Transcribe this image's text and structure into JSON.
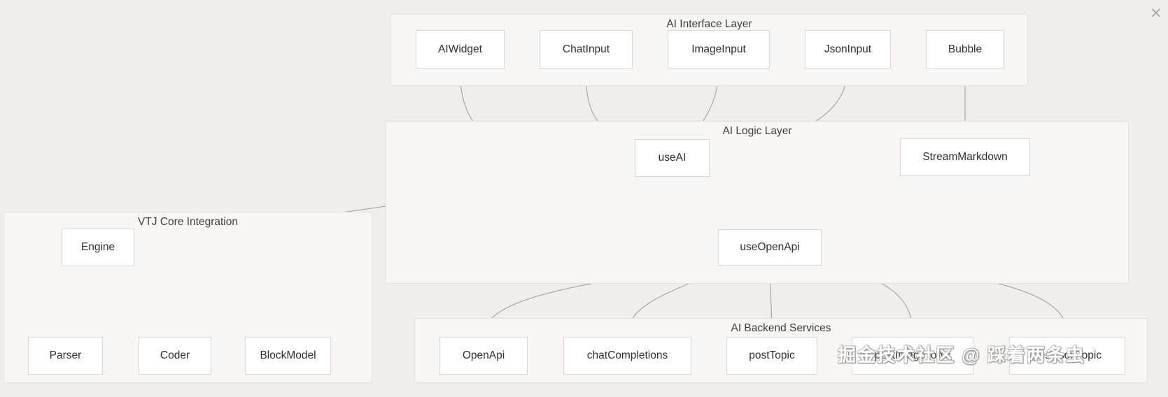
{
  "dialog": {
    "close": "×"
  },
  "watermark": "掘金技术社区 @ 踩着两条虫",
  "groups": {
    "interface": {
      "title": "AI Interface Layer"
    },
    "logic": {
      "title": "AI Logic Layer"
    },
    "vtj": {
      "title": "VTJ Core Integration"
    },
    "backend": {
      "title": "AI Backend Services"
    }
  },
  "nodes": {
    "aiwidget": "AIWidget",
    "chatinput": "ChatInput",
    "imageinput": "ImageInput",
    "jsoninput": "JsonInput",
    "bubble": "Bubble",
    "useai": "useAI",
    "streammarkdown": "StreamMarkdown",
    "useopenapi": "useOpenApi",
    "engine": "Engine",
    "parser": "Parser",
    "coder": "Coder",
    "blockmodel": "BlockModel",
    "openapi": "OpenApi",
    "chatcompletions": "chatCompletions",
    "posttopic": "postTopic",
    "postimagetopic": "postImageTopic",
    "postjsontopic": "postJsonTopic"
  },
  "edges": [
    {
      "from": "AIWidget",
      "to": "useAI"
    },
    {
      "from": "ChatInput",
      "to": "useAI"
    },
    {
      "from": "ImageInput",
      "to": "useAI"
    },
    {
      "from": "JsonInput",
      "to": "useAI"
    },
    {
      "from": "Bubble",
      "to": "StreamMarkdown"
    },
    {
      "from": "useAI",
      "to": "useOpenApi"
    },
    {
      "from": "useAI",
      "to": "Engine"
    },
    {
      "from": "Engine",
      "to": "Parser"
    },
    {
      "from": "Engine",
      "to": "BlockModel"
    },
    {
      "from": "useOpenApi",
      "to": "OpenApi"
    },
    {
      "from": "useOpenApi",
      "to": "chatCompletions"
    },
    {
      "from": "useOpenApi",
      "to": "postTopic"
    },
    {
      "from": "useOpenApi",
      "to": "postImageTopic"
    },
    {
      "from": "useOpenApi",
      "to": "postJsonTopic"
    }
  ],
  "colors": {
    "background": "#f0eeec",
    "container_fill": "#f7f6f4",
    "container_border": "#e3e2e0",
    "node_fill": "#fefefe",
    "node_border": "#d8d7d5",
    "edge_line": "#9a9a97",
    "arrowhead": "#8c8c89",
    "node_text": "#2f2f2f",
    "title_text": "#3e3e3e"
  }
}
